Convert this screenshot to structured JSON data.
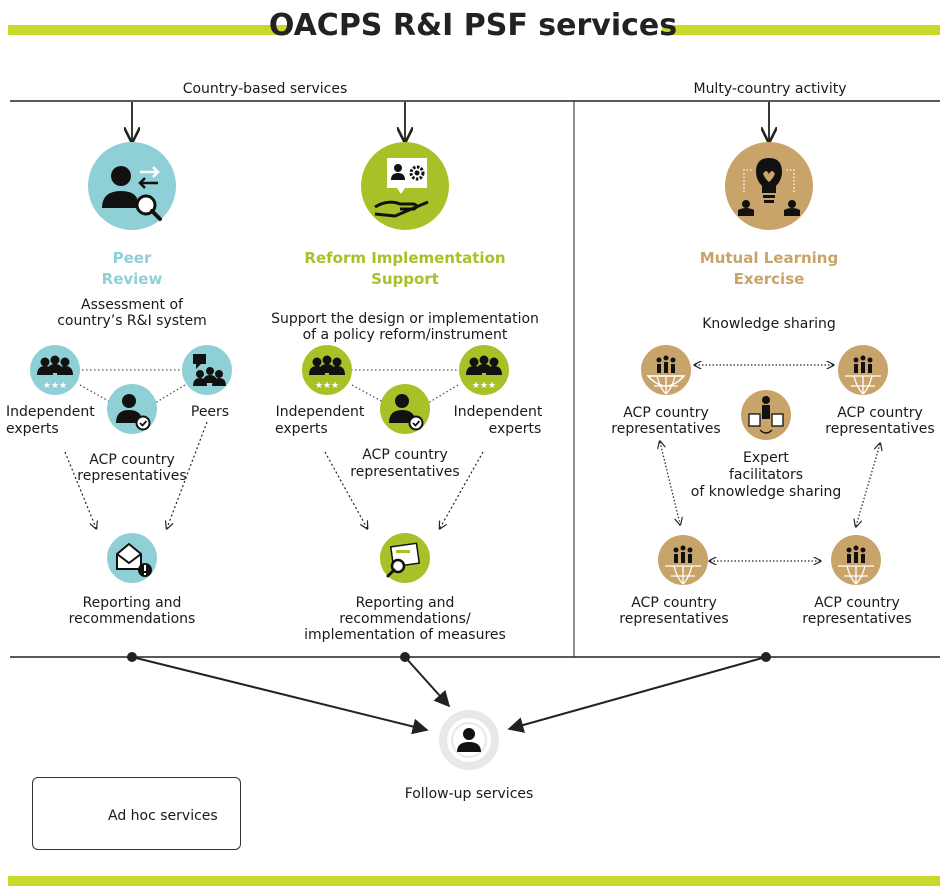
{
  "title": "OACPS R&I PSF services",
  "colors": {
    "green": "#a9c128",
    "blue": "#8fd0d6",
    "gold": "#c9a46a",
    "dark": "#222222",
    "bar": "#c8d92a"
  },
  "sections": {
    "country_based": "Country-based services",
    "multi_country": "Multy-country activity"
  },
  "peer_review": {
    "icon": "person-search-icon",
    "title_line1": "Peer",
    "title_line2": "Review",
    "desc_line1": "Assessment of",
    "desc_line2": "country’s R&I system",
    "left_label_line1": "Independent",
    "left_label_line2": "experts",
    "right_label": "Peers",
    "center_label_line1": "ACP country",
    "center_label_line2": "representatives",
    "output_line1": "Reporting and",
    "output_line2": "recommendations"
  },
  "reform": {
    "icon": "hand-gear-icon",
    "title_line1": "Reform Implementation",
    "title_line2": "Support",
    "desc_line1": "Support the design or implementation",
    "desc_line2": "of a policy reform/instrument",
    "left_label_line1": "Independent",
    "left_label_line2": "experts",
    "right_label_line1": "Independent",
    "right_label_line2": "experts",
    "center_label_line1": "ACP country",
    "center_label_line2": "representatives",
    "output_line1": "Reporting and",
    "output_line2": "recommendations/",
    "output_line3": "implementation of measures"
  },
  "mle": {
    "icon": "lightbulb-network-icon",
    "title_line1": "Mutual Learning",
    "title_line2": "Exercise",
    "desc": "Knowledge sharing",
    "rep_label_line1": "ACP country",
    "rep_label_line2": "representatives",
    "facilitator_line1": "Expert",
    "facilitator_line2": "facilitators",
    "facilitator_line3": "of knowledge sharing"
  },
  "follow_up": "Follow-up services",
  "ad_hoc": "Ad hoc services"
}
